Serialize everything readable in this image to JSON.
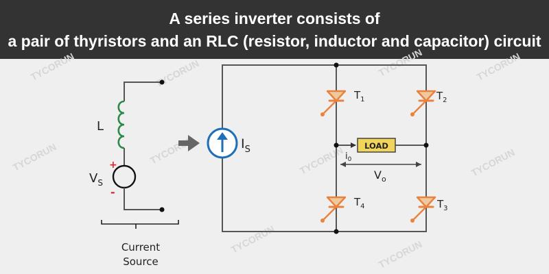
{
  "banner": {
    "line1": "A series inverter consists of",
    "line2": "a pair of thyristors and an RLC (resistor, inductor and capacitor) circuit"
  },
  "watermark": "TYCORUN",
  "source_circuit": {
    "inductor_label": "L",
    "voltage_label": "V",
    "voltage_subscript": "S",
    "plus_sign": "+",
    "minus_sign": "-",
    "caption_line1": "Current",
    "caption_line2": "Source"
  },
  "inverter": {
    "current_source_label": "I",
    "current_source_subscript": "S",
    "load_label": "LOAD",
    "current_label": "i",
    "current_subscript": "0",
    "output_voltage_label": "V",
    "output_voltage_subscript": "o",
    "thyristors": [
      {
        "name": "T",
        "sub": "1"
      },
      {
        "name": "T",
        "sub": "2"
      },
      {
        "name": "T",
        "sub": "4"
      },
      {
        "name": "T",
        "sub": "3"
      }
    ]
  },
  "colors": {
    "banner_bg": "#333333",
    "wire": "#555555",
    "thyristor": "#e8823c",
    "source_blue": "#1f6fb8",
    "load_fill": "#f1d45a",
    "plus_minus": "#d9262c"
  }
}
